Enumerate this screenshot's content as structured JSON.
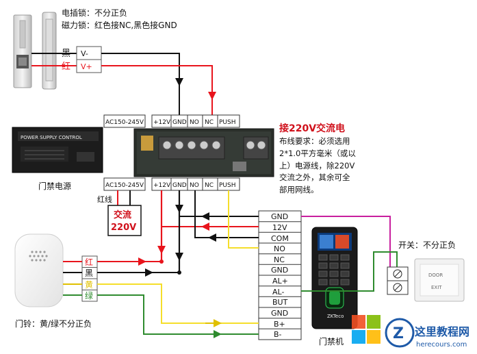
{
  "lock_notes": {
    "line1": "电插锁：不分正负",
    "line2": "磁力锁：红色接NC,黑色接GND"
  },
  "lock_wires": {
    "black_label": "黑",
    "red_label": "红",
    "neg_terminal": "V-",
    "pos_terminal": "V+"
  },
  "psu_top_terminals": [
    "AC150-245V",
    "+12V",
    "GND",
    "NO",
    "NC",
    "PUSH"
  ],
  "psu_bottom_terminals": [
    "AC150-245V",
    "+12V",
    "GND",
    "NO",
    "NC",
    "PUSH"
  ],
  "psu_unit_label": "POWER SUPPLY CONTROL",
  "psu_caption": "门禁电源",
  "ac_title": "接220V交流电",
  "wiring_note": {
    "l1": "布线要求：必须选用",
    "l2": "2*1.0平方毫米（或以",
    "l3": "上）电源线，除220V",
    "l4": "交流之外，其余可全",
    "l5": "部用网线。"
  },
  "redline_label": "红线",
  "ac_box": {
    "l1": "交流",
    "l2": "220V"
  },
  "controller_terminals": [
    "GND",
    "12V",
    "COM",
    "NO",
    "NC",
    "GND",
    "AL+",
    "AL-",
    "BUT",
    "GND",
    "B+",
    "B-"
  ],
  "controller_caption": "门禁机",
  "controller_brand": "ZKTeco",
  "switch_note": "开关：不分正负",
  "exit_button": {
    "line1": "DOOR",
    "line2": "EXIT"
  },
  "doorbell_wires": [
    "红",
    "黑",
    "黄",
    "绿"
  ],
  "doorbell_caption": "门铃：黄/绿不分正负",
  "watermark": {
    "cn": "这里教程网",
    "url": "herecours.com"
  },
  "colors": {
    "red": "#e8141c",
    "black": "#111111",
    "yellow": "#f5de2a",
    "green": "#2e8b2e",
    "magenta": "#c81e9e",
    "accent_red": "#d0101b"
  }
}
